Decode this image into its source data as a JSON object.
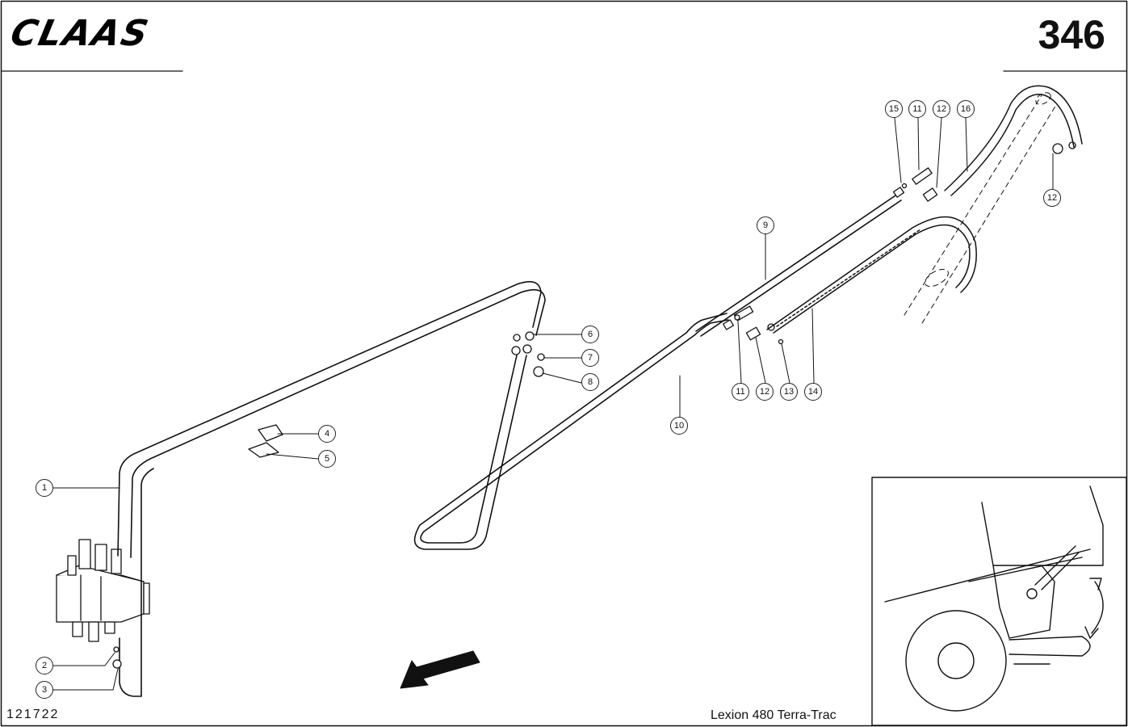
{
  "header": {
    "brand": "CLAAS",
    "page_number": "346"
  },
  "footer": {
    "drawing_number": "121722",
    "model": "Lexion 480 Terra-Trac"
  },
  "callouts": [
    {
      "id": "callout-1",
      "label": "1"
    },
    {
      "id": "callout-2",
      "label": "2"
    },
    {
      "id": "callout-3",
      "label": "3"
    },
    {
      "id": "callout-4",
      "label": "4"
    },
    {
      "id": "callout-5",
      "label": "5"
    },
    {
      "id": "callout-6",
      "label": "6"
    },
    {
      "id": "callout-7",
      "label": "7"
    },
    {
      "id": "callout-8",
      "label": "8"
    },
    {
      "id": "callout-9",
      "label": "9"
    },
    {
      "id": "callout-10",
      "label": "10"
    },
    {
      "id": "callout-11a",
      "label": "11"
    },
    {
      "id": "callout-12a",
      "label": "12"
    },
    {
      "id": "callout-13",
      "label": "13"
    },
    {
      "id": "callout-14",
      "label": "14"
    },
    {
      "id": "callout-15",
      "label": "15"
    },
    {
      "id": "callout-11b",
      "label": "11"
    },
    {
      "id": "callout-12b",
      "label": "12"
    },
    {
      "id": "callout-16",
      "label": "16"
    },
    {
      "id": "callout-12c",
      "label": "12"
    }
  ]
}
